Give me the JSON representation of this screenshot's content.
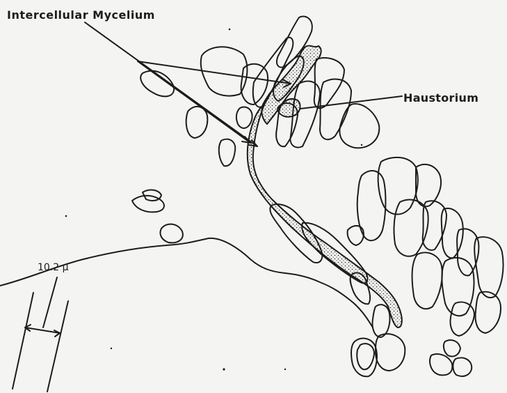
{
  "labels": {
    "intercellular_mycelium": "Intercellular Mycelium",
    "haustorium": "Haustorium",
    "scale": "10.2 μ"
  },
  "colors": {
    "background": "#f4f4f2",
    "ink": "#1c1c1c"
  }
}
